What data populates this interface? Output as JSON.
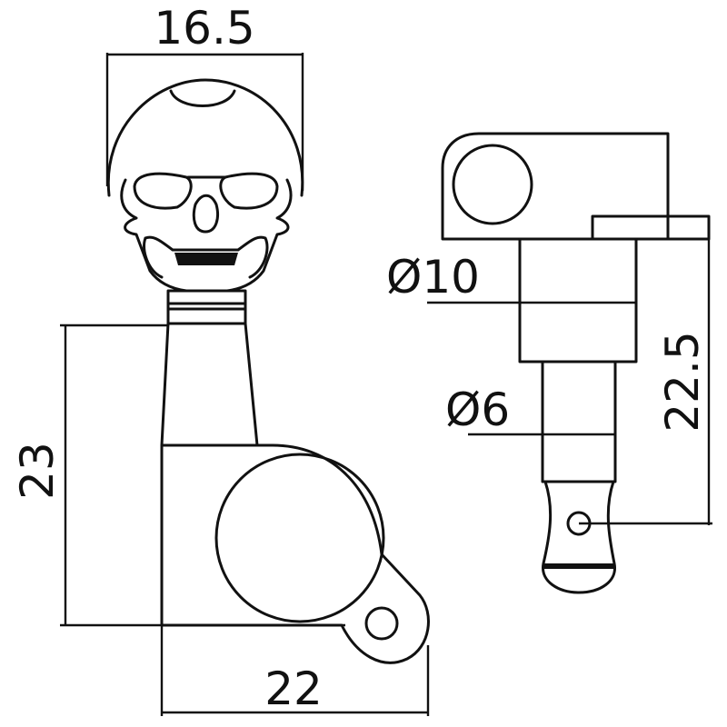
{
  "dimensions": {
    "knob_width": "16.5",
    "body_height": "23",
    "body_width": "22",
    "bushing_diameter": "Ø10",
    "shaft_diameter": "Ø6",
    "post_height": "22.5"
  },
  "colors": {
    "line": "#111111",
    "background": "#ffffff"
  }
}
